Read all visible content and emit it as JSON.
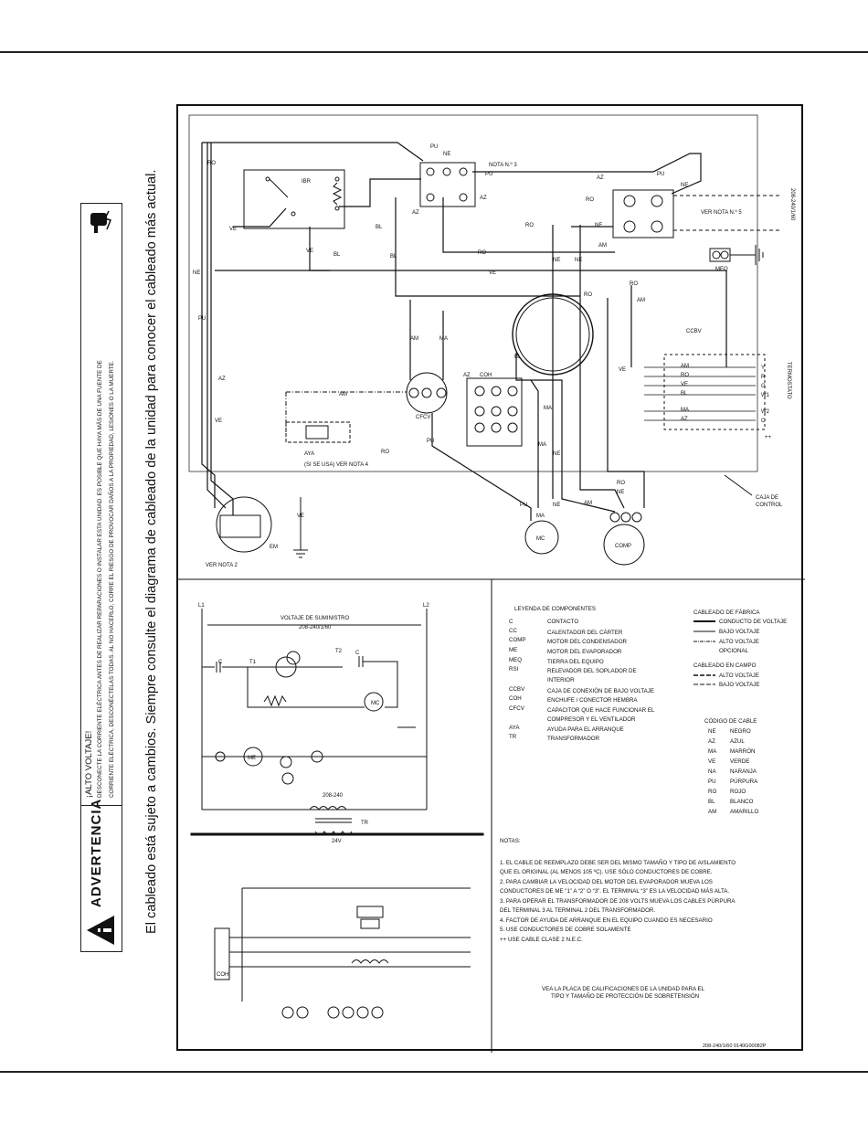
{
  "warning": {
    "heading": "ADVERTENCIA",
    "title": "¡ALTO VOLTAJE!",
    "line1": "DESCONECTE LA CORRIENTE ELÉCTRICA ANTES DE REALIZAR REPARACIONES O INSTALAR ESTA UNIDAD. ES POSIBLE QUE HAYA MÁS DE UNA FUENTE DE",
    "line2": "CORRIENTE ELÉCTRICA, DESCONÉCTELAS TODAS. AL NO HACERLO, CORRE EL RIESGO DE PROVOCAR DAÑOS A LA PROPIEDAD, LESIONES O LA MUERTE."
  },
  "side_note": "El cableado está sujeto a cambios. Siempre consulte el diagrama de cableado de la unidad para conocer el cableado más actual.",
  "schematic": {
    "labels": {
      "pu": "PU",
      "ne": "NE",
      "ro": "RO",
      "ve": "VE",
      "az": "AZ",
      "bl": "BL",
      "am": "AM",
      "ma": "MA",
      "nota3": "NOTA N.º 3",
      "ibr": "IBR",
      "ver_nota5": "VER NOTA N.º 5",
      "meq": "MEQ",
      "ccbv": "CCBV",
      "coh": "COH",
      "cfcv": "CFCV",
      "aya": "AYA",
      "si_se_usa": "(SI SE USA) VER NOTA 4",
      "em": "EM",
      "ver_nota2": "VER NOTA 2",
      "mc": "MC",
      "comp": "COMP",
      "caja": "CAJA DE",
      "control": "CONTROL",
      "voltage_vertical": "208-240/1/60",
      "termostato": "TERMOSTATO",
      "plusplus": "++",
      "t_y": "Y",
      "t_r": "R",
      "t_g": "G",
      "t_w1": "W1",
      "t_w2": "W2",
      "t_c": "C"
    }
  },
  "ladder": {
    "l1": "L1",
    "l2": "L2",
    "supply_title": "VOLTAJE DE SUMINISTRO",
    "supply_value": "208-240/1/60",
    "c": "C",
    "t1": "T1",
    "t2": "T2",
    "mc": "MC",
    "me": "ME",
    "v208": "208-240",
    "tr": "TR",
    "v24": "24V",
    "coh": "COH"
  },
  "legend": {
    "components_title": "LEYENDA DE COMPONENTES",
    "components": [
      {
        "code": "C",
        "desc": "CONTACTO"
      },
      {
        "code": "CC",
        "desc": "CALENTADOR DEL CÁRTER"
      },
      {
        "code": "COMP",
        "desc": "MOTOR DEL CONDENSADOR"
      },
      {
        "code": "ME",
        "desc": "MOTOR DEL EVAPORADOR"
      },
      {
        "code": "MEQ",
        "desc": "TIERRA DEL EQUIPO"
      },
      {
        "code": "RSI",
        "desc": "RELEVADOR DEL SOPLADOR DE",
        "desc2": "INTERIOR"
      },
      {
        "code": "CCBV",
        "desc": "CAJA DE CONEXIÓN DE BAJO VOLTAJE"
      },
      {
        "code": "COH",
        "desc": "ENCHUFE / CONECTOR HEMBRA"
      },
      {
        "code": "CFCV",
        "desc": "CAPACITOR QUE HACE FUNCIONAR EL",
        "desc2": "COMPRESOR Y EL VENTILADOR"
      },
      {
        "code": "AYA",
        "desc": "AYUDA PARA EL ARRANQUE"
      },
      {
        "code": "TR",
        "desc": "TRANSFORMADOR"
      }
    ],
    "factory_title": "CABLEADO DE FÁBRICA",
    "factory": [
      "CONDUCTO DE VOLTAJE",
      "BAJO VOLTAJE",
      "ALTO VOLTAJE",
      "OPCIONAL"
    ],
    "field_title": "CABLEADO EN CAMPO",
    "field": [
      "ALTO VOLTAJE",
      "BAJO VOLTAJE"
    ],
    "wire_title": "CÓDIGO DE CABLE",
    "wires": [
      {
        "code": "NE",
        "name": "NEGRO"
      },
      {
        "code": "AZ",
        "name": "AZUL"
      },
      {
        "code": "MA",
        "name": "MARRÓN"
      },
      {
        "code": "VE",
        "name": "VERDE"
      },
      {
        "code": "NA",
        "name": "NARANJA"
      },
      {
        "code": "PU",
        "name": "PÚRPURA"
      },
      {
        "code": "RO",
        "name": "ROJO"
      },
      {
        "code": "BL",
        "name": "BLANCO"
      },
      {
        "code": "AM",
        "name": "AMARILLO"
      }
    ]
  },
  "notes": {
    "title": "NOTAS:",
    "items": [
      "1.  EL CABLE DE REEMPLAZO DEBE SER DEL MISMO TAMAÑO Y TIPO DE AISLAMIENTO",
      "     QUE EL ORIGINAL (AL MENOS 105 ºC). USE SÓLO CONDUCTORES DE COBRE.",
      "2.  PARA CAMBIAR LA VELOCIDAD DEL MOTOR DEL EVAPORADOR MUEVA LOS",
      "     CONDUCTORES DE ME “1” A “2” O “3”. EL TERMINAL “3” ES LA VELOCIDAD MÁS ALTA.",
      "3.  PARA OPERAR EL TRANSFORMADOR DE 208 VOLTS MUEVA LOS CABLES PÚRPURA",
      "     DEL TERMINAL 3 AL TERMINAL 2 DEL TRANSFORMADOR.",
      "4.  FACTOR DE AYUDA DE ARRANQUE EN EL EQUIPO CUANDO ES NECESARIO",
      "5.  USE CONDUCTORES DE COBRE SOLAMENTE",
      "++ USE CABLE CLASE 2 N.E.C."
    ],
    "footer1": "VEA LA PLACA DE CALIFICACIONES DE LA UNIDAD PARA EL",
    "footer2": "TIPO Y TAMAÑO DE PROTECCIÓN DE SOBRETENSIÓN",
    "code": "208-240/1/60   0140G00082P"
  }
}
